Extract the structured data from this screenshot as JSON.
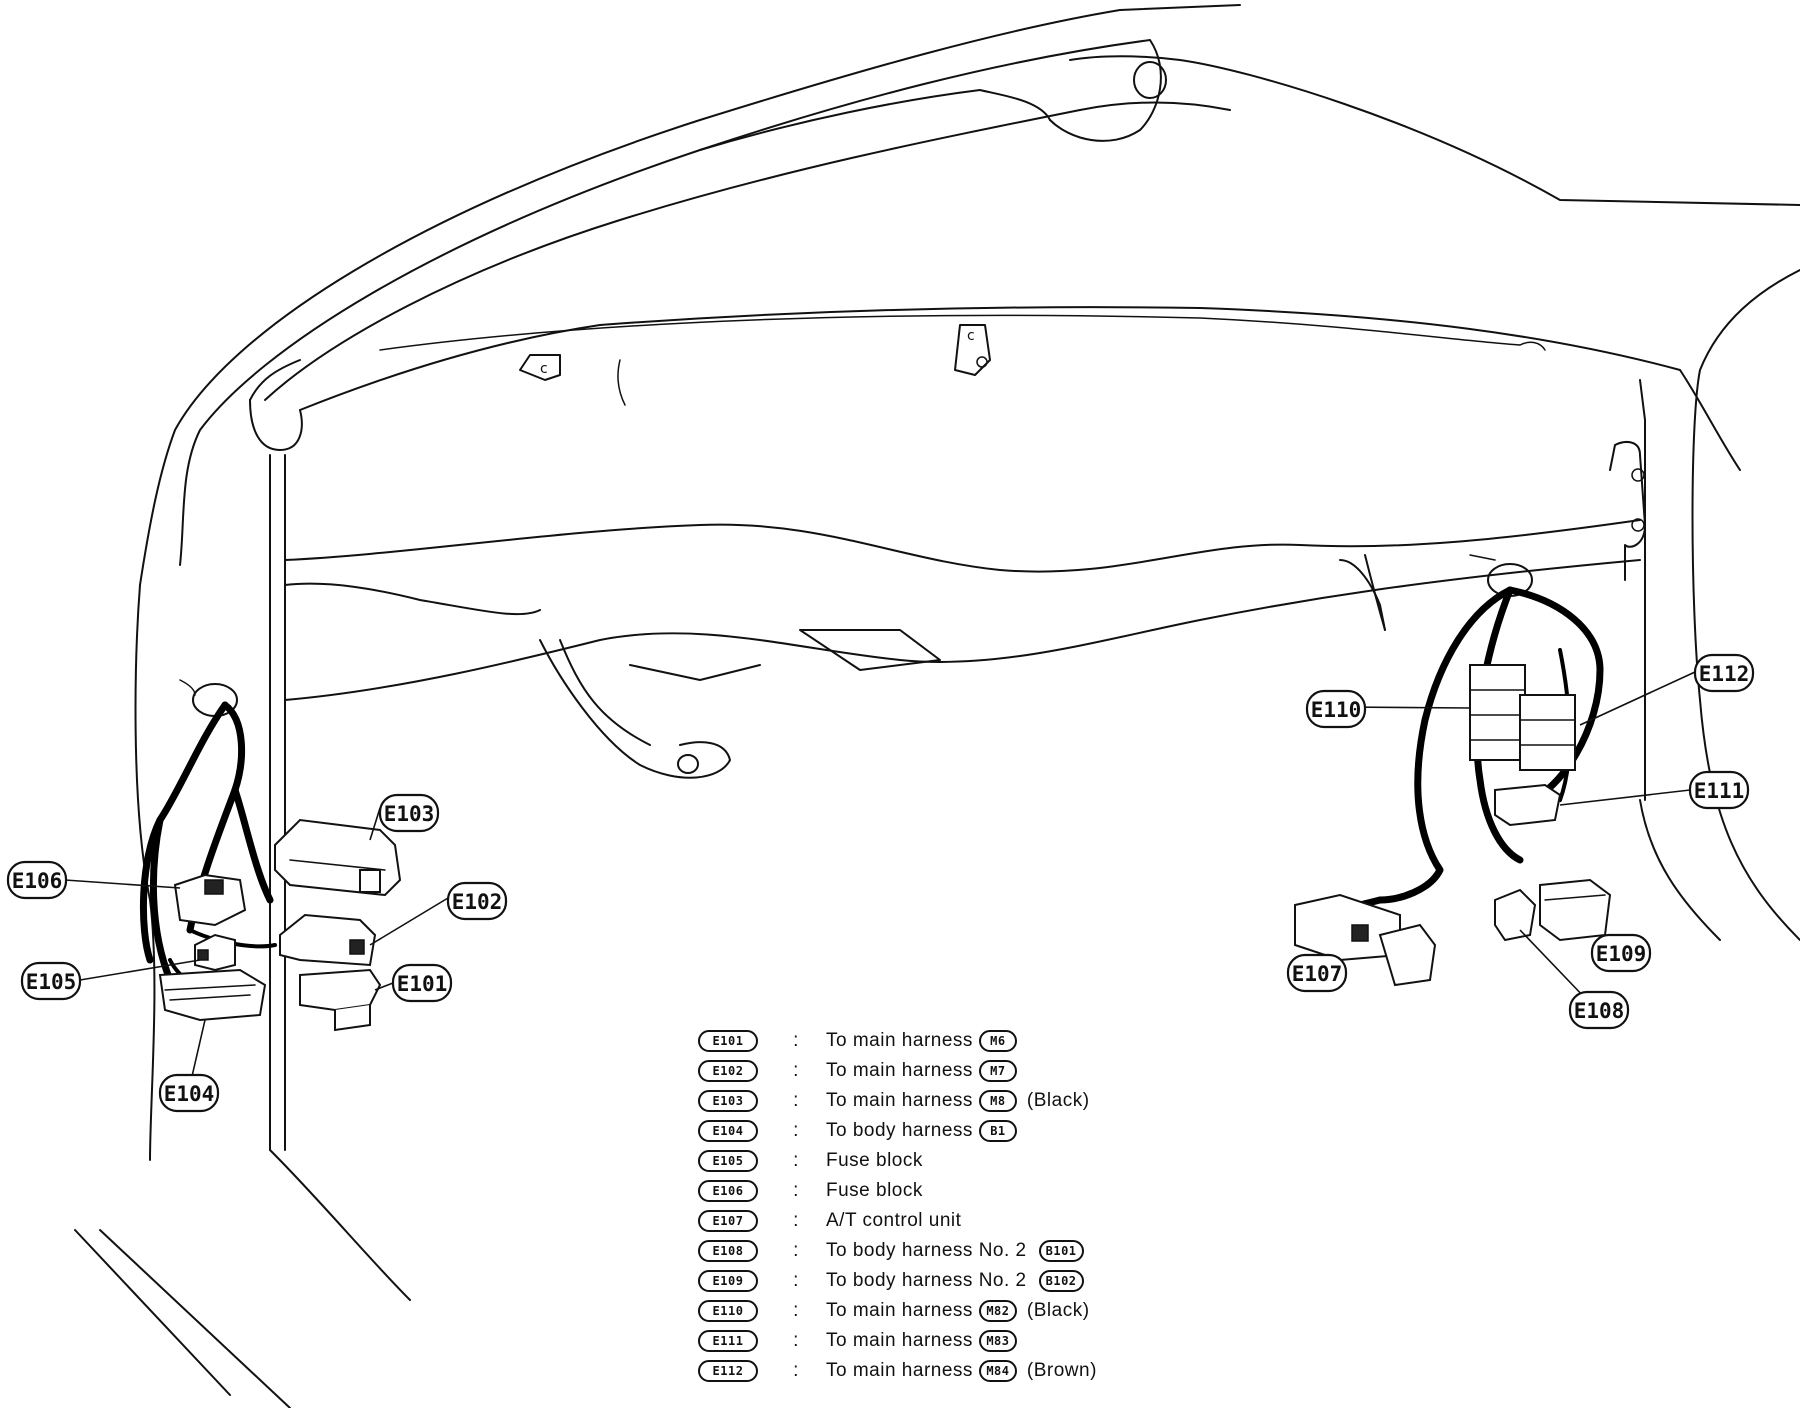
{
  "diagram": {
    "callouts": [
      {
        "code": "E101"
      },
      {
        "code": "E102"
      },
      {
        "code": "E103"
      },
      {
        "code": "E104"
      },
      {
        "code": "E105"
      },
      {
        "code": "E106"
      },
      {
        "code": "E107"
      },
      {
        "code": "E108"
      },
      {
        "code": "E109"
      },
      {
        "code": "E110"
      },
      {
        "code": "E111"
      },
      {
        "code": "E112"
      }
    ]
  },
  "legend": {
    "separator": ":",
    "rows": [
      {
        "code": "E101",
        "description": "To main harness",
        "ref": "M6",
        "note": ""
      },
      {
        "code": "E102",
        "description": "To main harness",
        "ref": "M7",
        "note": ""
      },
      {
        "code": "E103",
        "description": "To main harness",
        "ref": "M8",
        "note": "(Black)"
      },
      {
        "code": "E104",
        "description": "To body harness",
        "ref": "B1",
        "note": ""
      },
      {
        "code": "E105",
        "description": "Fuse block",
        "ref": "",
        "note": ""
      },
      {
        "code": "E106",
        "description": "Fuse block",
        "ref": "",
        "note": ""
      },
      {
        "code": "E107",
        "description": "A/T control unit",
        "ref": "",
        "note": ""
      },
      {
        "code": "E108",
        "description": "To body harness No. 2",
        "ref": "B101",
        "note": ""
      },
      {
        "code": "E109",
        "description": "To body harness No. 2",
        "ref": "B102",
        "note": ""
      },
      {
        "code": "E110",
        "description": "To main harness",
        "ref": "M82",
        "note": "(Black)"
      },
      {
        "code": "E111",
        "description": "To main harness",
        "ref": "M83",
        "note": ""
      },
      {
        "code": "E112",
        "description": "To main harness",
        "ref": "M84",
        "note": "(Brown)"
      }
    ]
  }
}
